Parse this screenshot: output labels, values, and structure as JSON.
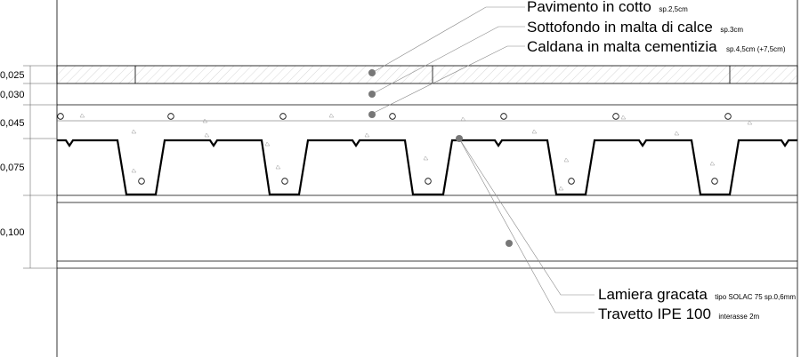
{
  "annotations": [
    {
      "id": "pavimento",
      "label": "Pavimento in cotto",
      "spec": "sp.2,5cm"
    },
    {
      "id": "sottofondo",
      "label": "Sottofondo in malta di calce",
      "spec": "sp.3cm"
    },
    {
      "id": "caldana",
      "label": "Caldana in malta cementizia",
      "spec": "sp.4,5cm (+7,5cm)"
    },
    {
      "id": "lamiera",
      "label": "Lamiera gracata",
      "spec": "tipo SOLAC 75 sp.0,6mm"
    },
    {
      "id": "travetto",
      "label": "Travetto IPE 100",
      "spec": "interasse 2m"
    }
  ],
  "dimensions": [
    "0,025",
    "0,030",
    "0,045",
    "0,075",
    "0,100"
  ],
  "colors": {
    "line": "#000000",
    "marker": "#777777",
    "leader": "#888888",
    "hatch": "#bbbbbb"
  }
}
